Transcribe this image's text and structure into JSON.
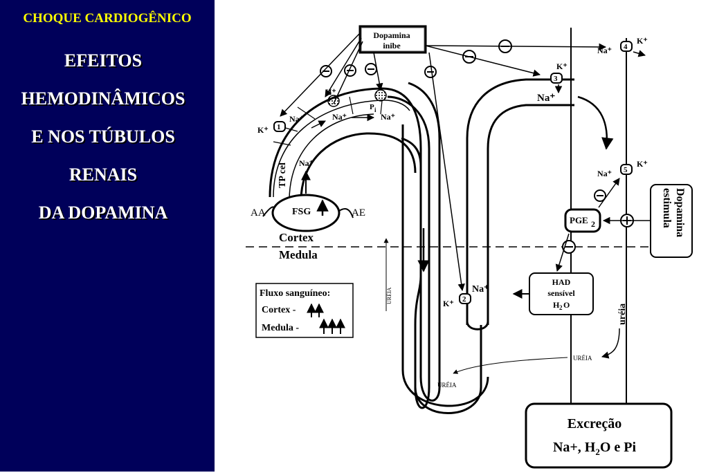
{
  "sidebar": {
    "subtitle": "CHOQUE CARDIOGÊNICO",
    "heading_lines": [
      "EFEITOS",
      "HEMODINÂMICOS",
      "E NOS TÚBULOS",
      "RENAIS",
      "DA DOPAMINA"
    ]
  },
  "diagram": {
    "dopamina_inibe": [
      "Dopamina",
      "inibe"
    ],
    "dopamina_estimula": [
      "Dopamina",
      "estimula"
    ],
    "fsg": "FSG",
    "aa": "AA",
    "ae": "AE",
    "cortex": "Cortex",
    "medula": "Medula",
    "tp_cel": "TP cel",
    "pge2": "PGE",
    "pge2_sub": "2",
    "had": [
      "HAD",
      "sensível",
      "H",
      "2",
      "O"
    ],
    "ion_na": "Na⁺",
    "ion_k": "K⁺",
    "ion_h": "H⁺",
    "ion_pi": "P",
    "ion_pi_sub": "i",
    "ureia": "URÉIA",
    "ureia_lower": "uréia",
    "transporters": [
      "1",
      "2",
      "3",
      "4",
      "5"
    ],
    "fluxo": {
      "title": "Fluxo sanguíneo:",
      "cortex": "Cortex -",
      "medula": "Medula -"
    },
    "excrecao": {
      "line1": "Excreção",
      "line2_a": "Na+, H",
      "line2_sub": "2",
      "line2_b": "O e Pi"
    }
  }
}
